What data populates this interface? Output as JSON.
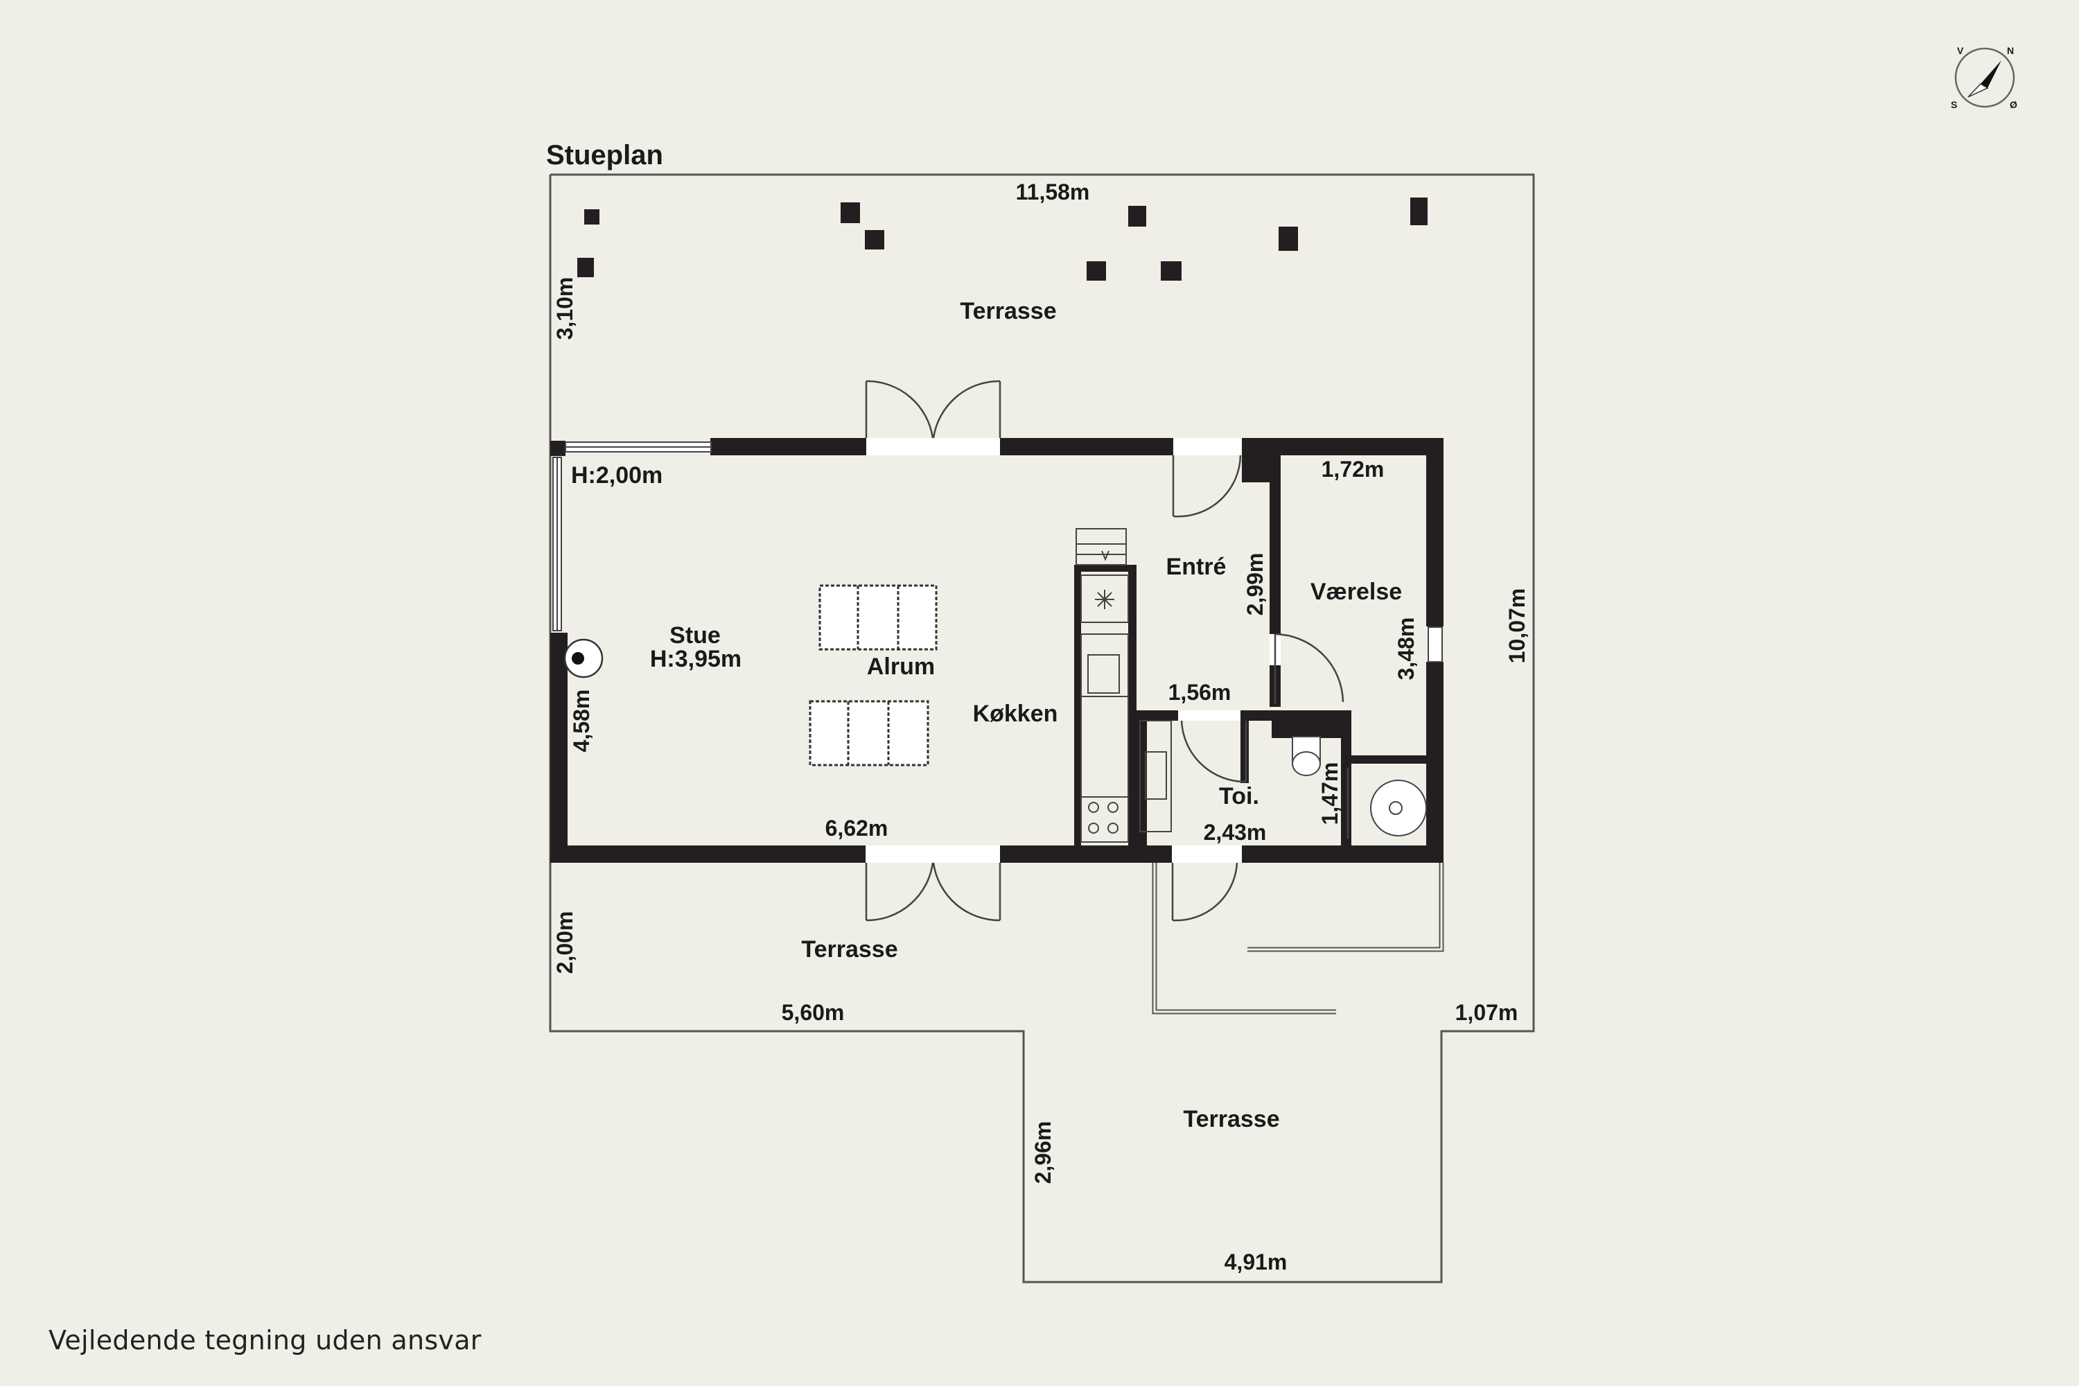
{
  "plan": {
    "title": "Stueplan",
    "disclaimer": "Vejledende tegning uden ansvar",
    "compass": {
      "north": "N",
      "east": "Ø",
      "south": "S",
      "west": "V"
    }
  },
  "rooms": {
    "terrasse_north": "Terrasse",
    "terrasse_south": "Terrasse",
    "terrasse_southeast": "Terrasse",
    "stue": "Stue",
    "stue_height": "H:3,95m",
    "window_height": "H:2,00m",
    "alrum": "Alrum",
    "kokken": "Køkken",
    "entre": "Entré",
    "vaerelse": "Værelse",
    "toilet": "Toi."
  },
  "dimensions": {
    "top_width": "11,58m",
    "north_terrace_depth": "3,10m",
    "stue_depth": "4,58m",
    "south_terrace_depth": "2,00m",
    "stue_width": "6,62m",
    "south_terrace_width": "5,60m",
    "total_depth": "10,07m",
    "corner_offset": "1,07m",
    "se_terrace_depth": "2,96m",
    "se_terrace_width": "4,91m",
    "vaerelse_width": "1,72m",
    "entre_depth": "2,99m",
    "vaerelse_depth": "3,48m",
    "entre_width": "1,56m",
    "toilet_depth": "1,47m",
    "toilet_width": "2,43m"
  },
  "colors": {
    "background": "#f0efe7",
    "wall": "#231f20",
    "outline": "#555555"
  }
}
